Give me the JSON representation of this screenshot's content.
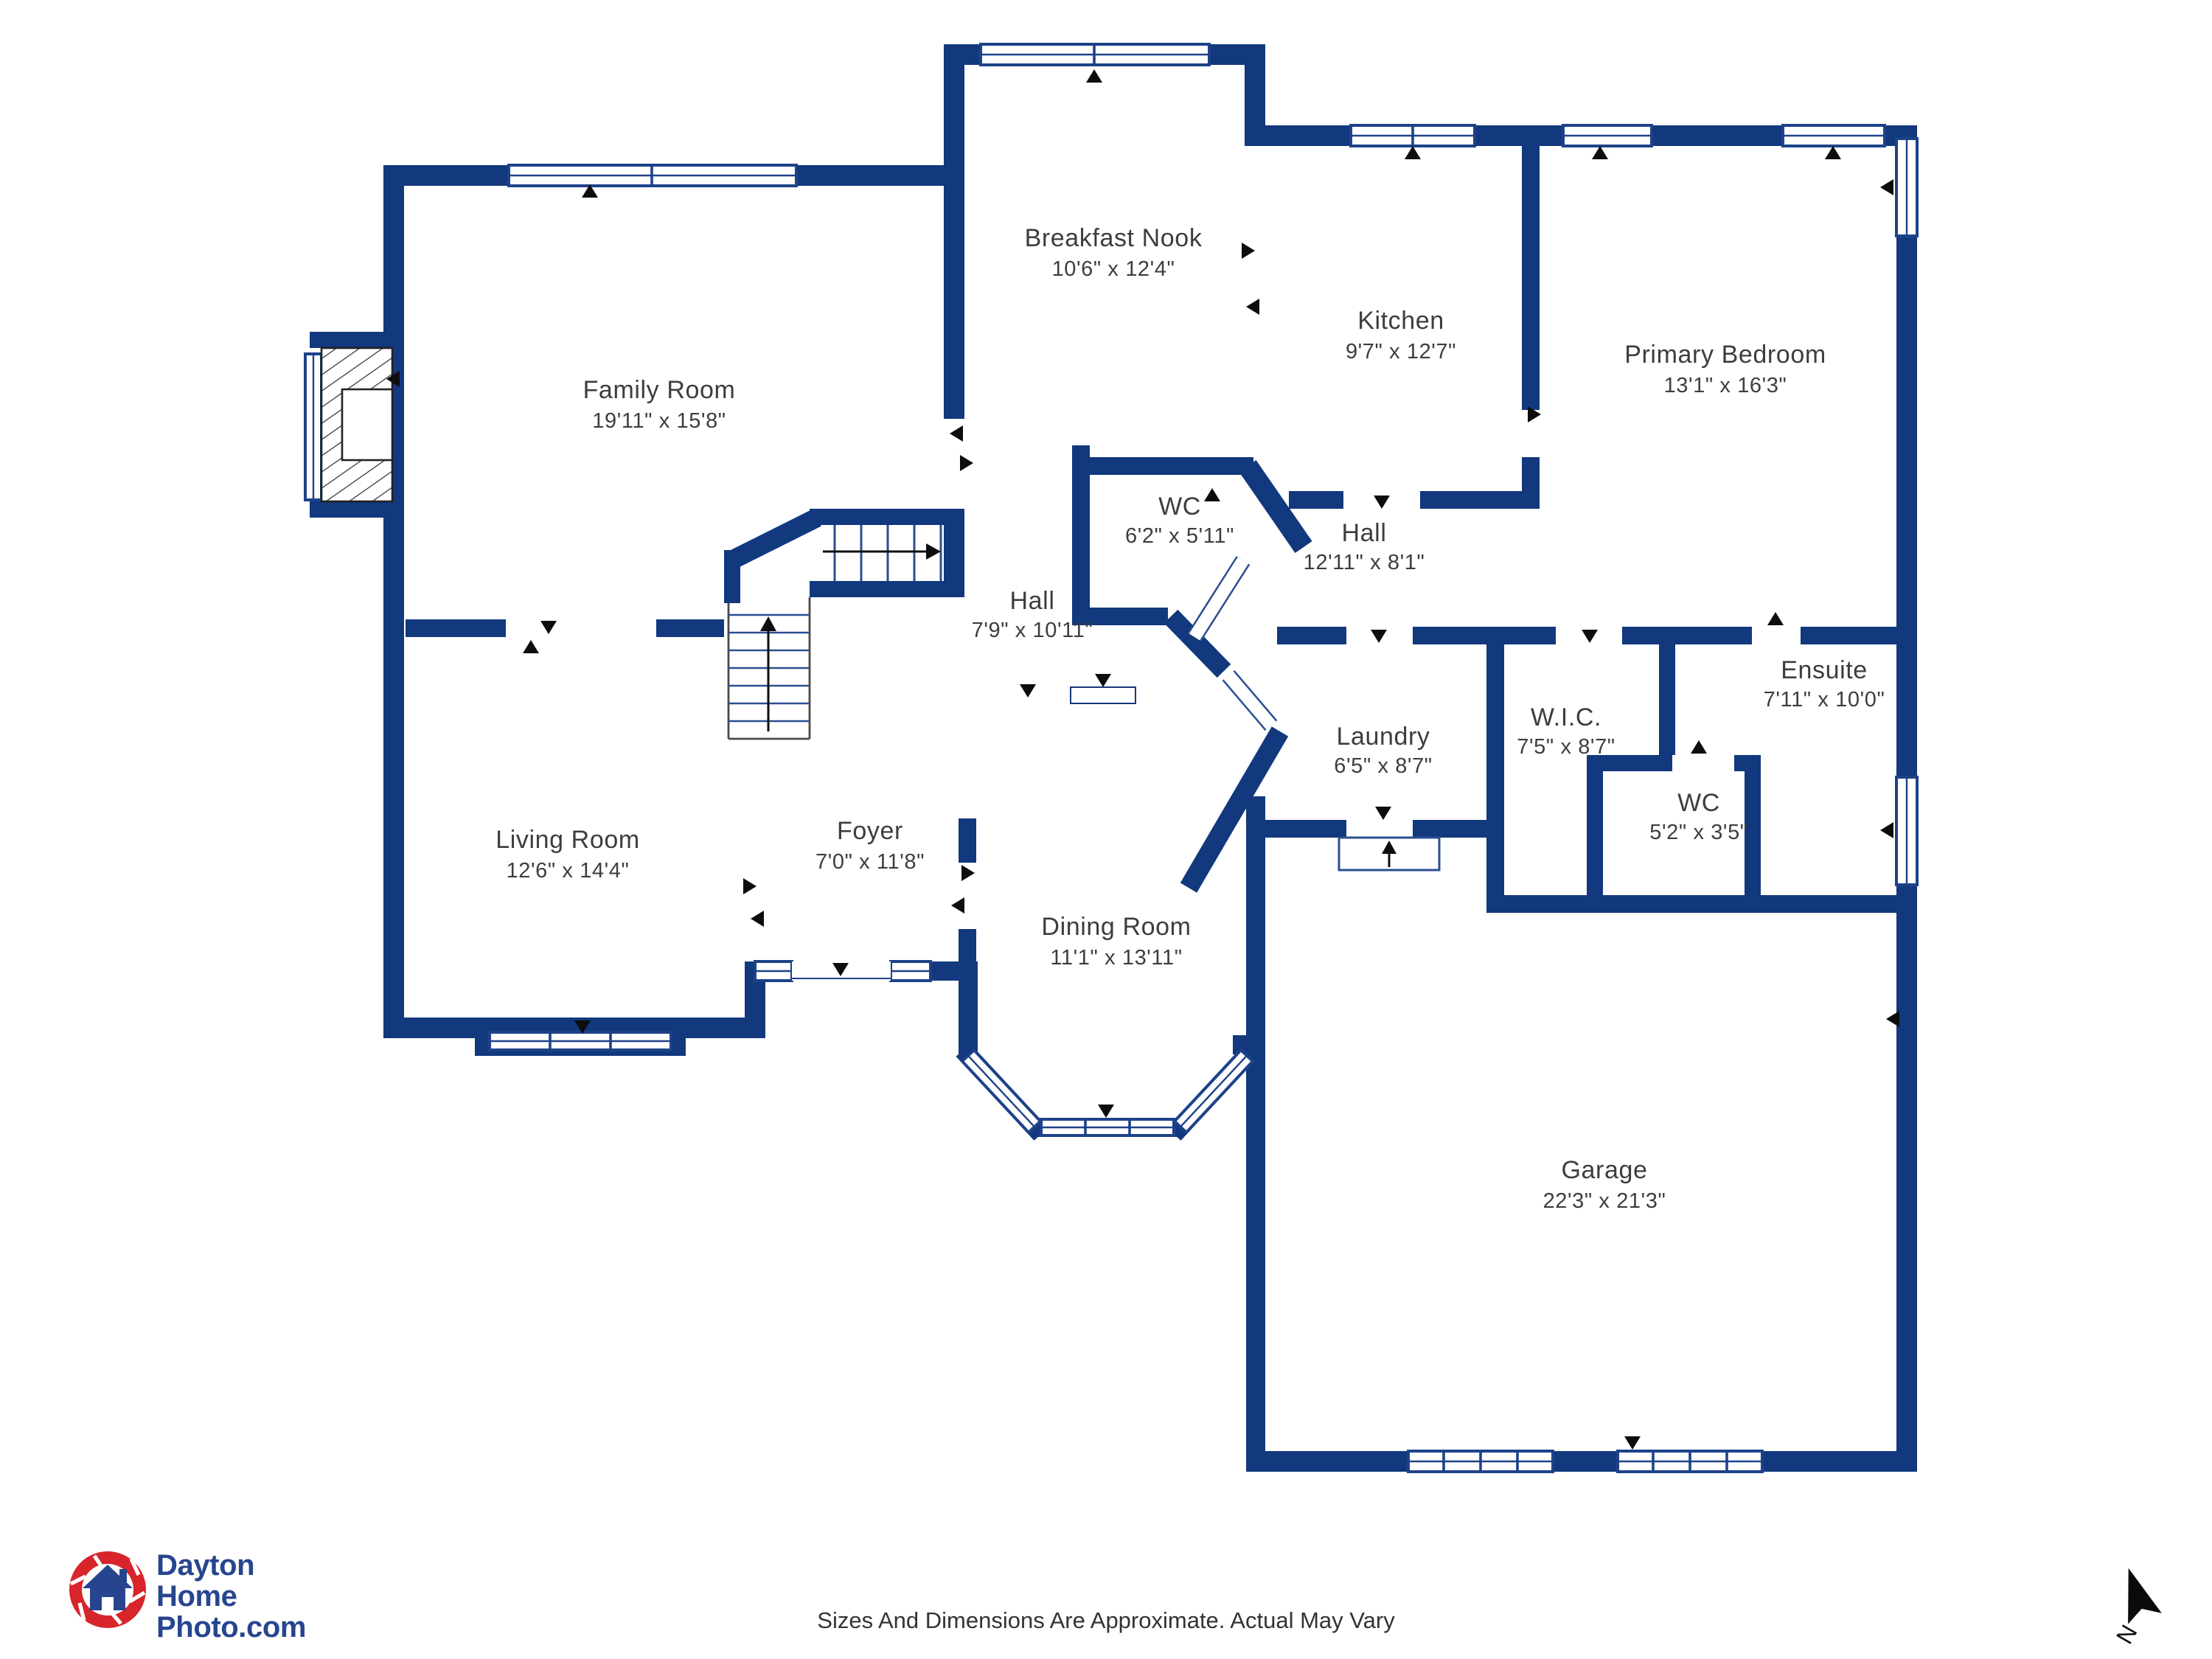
{
  "plan": {
    "rooms": [
      {
        "id": "breakfast-nook",
        "name": "Breakfast Nook",
        "dims": "10'6\" x 12'4\""
      },
      {
        "id": "kitchen",
        "name": "Kitchen",
        "dims": "9'7\" x 12'7\""
      },
      {
        "id": "primary-bedroom",
        "name": "Primary Bedroom",
        "dims": "13'1\" x 16'3\""
      },
      {
        "id": "family-room",
        "name": "Family Room",
        "dims": "19'11\" x 15'8\""
      },
      {
        "id": "wc-upper",
        "name": "WC",
        "dims": "6'2\" x 5'11\""
      },
      {
        "id": "hall-main",
        "name": "Hall",
        "dims": "12'11\" x 8'1\""
      },
      {
        "id": "hall-lower",
        "name": "Hall",
        "dims": "7'9\" x 10'11\""
      },
      {
        "id": "ensuite",
        "name": "Ensuite",
        "dims": "7'11\" x 10'0\""
      },
      {
        "id": "wic",
        "name": "W.I.C.",
        "dims": "7'5\" x 8'7\""
      },
      {
        "id": "laundry",
        "name": "Laundry",
        "dims": "6'5\" x 8'7\""
      },
      {
        "id": "wc-lower",
        "name": "WC",
        "dims": "5'2\" x 3'5\""
      },
      {
        "id": "living-room",
        "name": "Living Room",
        "dims": "12'6\" x 14'4\""
      },
      {
        "id": "foyer",
        "name": "Foyer",
        "dims": "7'0\" x 11'8\""
      },
      {
        "id": "dining-room",
        "name": "Dining Room",
        "dims": "11'1\" x 13'11\""
      },
      {
        "id": "garage",
        "name": "Garage",
        "dims": "22'3\" x 21'3\""
      }
    ],
    "footer": {
      "disclaimer": "Sizes And Dimensions Are Approximate. Actual May Vary"
    },
    "logo": {
      "line1": "Dayton",
      "line2": "Home",
      "line3": "Photo.com"
    },
    "compass": {
      "label": "N"
    },
    "colors": {
      "wall": "#12387d",
      "window_frame": "#1d4289",
      "label_text": "#3d3d3d",
      "logo_red": "#d8242b",
      "logo_blue": "#27458f",
      "marker_black": "#0d0d0d"
    }
  }
}
